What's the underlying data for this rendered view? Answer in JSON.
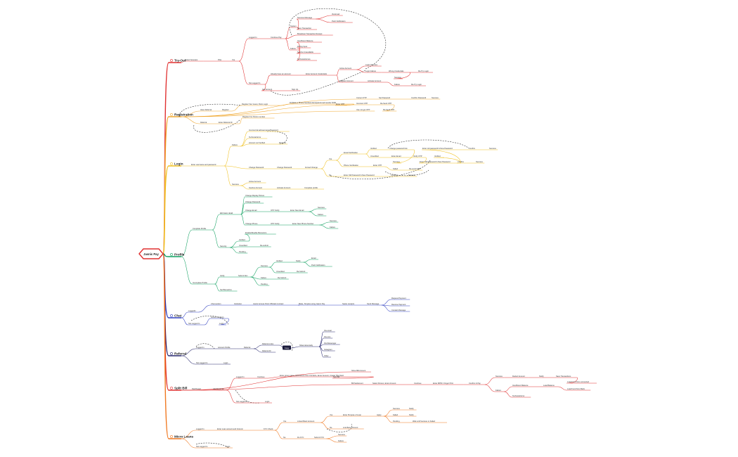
{
  "root": "Jasnic Pay",
  "branches": [
    {
      "name": "Try-Out",
      "color": "#e03030",
      "mid": 89,
      "nodes": [
        [
          "Select Scenario",
          263,
          87
        ],
        [
          "Pilot",
          310,
          87
        ],
        [
          "Yes",
          330,
          87
        ],
        [
          "Logged In",
          354,
          55
        ],
        [
          "Continue Pay",
          385,
          55
        ],
        [
          "System",
          413,
          39
        ],
        [
          "Success Message",
          423,
          27
        ],
        [
          "Via Email",
          472,
          22
        ],
        [
          "Push Notification",
          472,
          32
        ],
        [
          "Save Transaction",
          423,
          42
        ],
        [
          "Broadcast Transaction Receipt",
          423,
          50
        ],
        [
          "Failure",
          413,
          71
        ],
        [
          "Insufficient Balance",
          423,
          60
        ],
        [
          "Wrong Input",
          423,
          68
        ],
        [
          "Service Unavailable",
          423,
          76
        ],
        [
          "Technical Errors",
          423,
          86
        ],
        [
          "Not Logged In",
          354,
          120
        ],
        [
          "Already have an account",
          385,
          107
        ],
        [
          "Enter Account Credentials",
          435,
          107
        ],
        [
          "Active Account",
          483,
          99
        ],
        [
          "Login Success",
          520,
          94
        ],
        [
          "Login Failure",
          520,
          103
        ],
        [
          "Wrong Credentials",
          553,
          103
        ],
        [
          "Re-Try Login",
          595,
          103
        ],
        [
          "Register Account",
          483,
          117
        ],
        [
          "Activate Account",
          523,
          117
        ],
        [
          "Success",
          561,
          112
        ],
        [
          "Failure",
          561,
          122
        ],
        [
          "Re-Try Login",
          585,
          122
        ],
        [
          "Get Account",
          373,
          129
        ],
        [
          "Sign Up",
          415,
          129
        ]
      ]
    },
    {
      "name": "Registration",
      "color": "#f0a830",
      "mid": 166,
      "nodes": [
        [
          "Have Referral",
          285,
          158
        ],
        [
          "Register",
          316,
          158
        ],
        [
          "Register Via: Guest, Petro Login",
          344,
          150
        ],
        [
          "Fill Bulk or Phone Number(Jasnapais Email Gender DOB",
          412,
          148
        ],
        [
          "Enter OTP",
          478,
          150
        ],
        [
          "Correct OTP",
          507,
          141
        ],
        [
          "Set Password",
          539,
          141
        ],
        [
          "Confirm Password",
          585,
          141
        ],
        [
          "Success",
          614,
          141
        ],
        [
          "Incorrect OTP",
          507,
          149
        ],
        [
          "Re-Send OTP",
          541,
          149
        ],
        [
          "Use not get OTP",
          507,
          158
        ],
        [
          "Re-Send OTP",
          545,
          158
        ],
        [
          "Register For Petron number",
          345,
          168
        ],
        [
          "Referral",
          285,
          176
        ],
        [
          "Enter Referral ID",
          311,
          176
        ]
      ]
    },
    {
      "name": "Login",
      "color": "#f0c020",
      "mid": 236,
      "nodes": [
        [
          "Enter username and password",
          272,
          236
        ],
        [
          "Failure",
          330,
          208
        ],
        [
          "Incorrect Email/username/Password",
          354,
          187
        ],
        [
          "Technical Error",
          354,
          197
        ],
        [
          "Account not Verified",
          354,
          205
        ],
        [
          "Request",
          397,
          205
        ],
        [
          "Change Password",
          354,
          240
        ],
        [
          "Change Password",
          394,
          240
        ],
        [
          "Forced Change",
          434,
          240
        ],
        [
          "Yes",
          468,
          228
        ],
        [
          "Email Verification",
          489,
          219
        ],
        [
          "Verified",
          527,
          213
        ],
        [
          "Change password link",
          554,
          213
        ],
        [
          "Enter old password & New Password",
          601,
          213
        ],
        [
          "Confirm",
          667,
          213
        ],
        [
          "Success",
          696,
          213
        ],
        [
          "Unverified",
          527,
          224
        ],
        [
          "Enter Email",
          557,
          224
        ],
        [
          "Verify OTP",
          588,
          224
        ],
        [
          "Verified",
          618,
          224
        ],
        [
          "Phone Verification",
          489,
          237
        ],
        [
          "Success",
          559,
          232
        ],
        [
          "Enter Old Password & New Password",
          597,
          232
        ],
        [
          "Confirm",
          651,
          232
        ],
        [
          "Success",
          677,
          232
        ],
        [
          "Enter OTP",
          531,
          237
        ],
        [
          "Failed",
          559,
          242
        ],
        [
          "Re-send OTP",
          582,
          242
        ],
        [
          "No",
          468,
          251
        ],
        [
          "Enter Old Password & New Password",
          489,
          251
        ],
        [
          "Confirm",
          556,
          251
        ],
        [
          "Success",
          581,
          251
        ],
        [
          "Success",
          330,
          264
        ],
        [
          "Active Account",
          354,
          260
        ],
        [
          "Inactive Account",
          354,
          269
        ],
        [
          "Activate Account",
          394,
          269
        ],
        [
          "Complete profile",
          433,
          269
        ]
      ]
    },
    {
      "name": "Profile",
      "color": "#10a060",
      "mid": 365,
      "nodes": [
        [
          "Change Display Picture",
          349,
          280
        ],
        [
          "Change Password",
          349,
          289
        ],
        [
          "Edit basic detail",
          313,
          305
        ],
        [
          "Change Email",
          349,
          301
        ],
        [
          "OTP Verify",
          385,
          301
        ],
        [
          "Enter New Email",
          413,
          301
        ],
        [
          "Success",
          452,
          297
        ],
        [
          "Failure",
          452,
          307
        ],
        [
          "Change Phone",
          349,
          320
        ],
        [
          "OTP Verify",
          385,
          320
        ],
        [
          "Enter New Phone Number",
          416,
          320
        ],
        [
          "Success",
          469,
          316
        ],
        [
          "Failure",
          469,
          325
        ],
        [
          "Enable/Disable Biometrics",
          349,
          333
        ],
        [
          "Complete Profile",
          274,
          327
        ],
        [
          "Security",
          313,
          352
        ],
        [
          "Verified",
          340,
          343
        ],
        [
          "Unverified",
          340,
          351
        ],
        [
          "Re-submit",
          370,
          351
        ],
        [
          "Pending",
          340,
          360
        ],
        [
          "Incomplete Profile",
          274,
          404
        ],
        [
          "Verify",
          313,
          394
        ],
        [
          "Submit Doc",
          339,
          394
        ],
        [
          "Success",
          371,
          380
        ],
        [
          "Verified",
          393,
          373
        ],
        [
          "Notify",
          421,
          373
        ],
        [
          "Email",
          443,
          369
        ],
        [
          "Push Notification",
          443,
          379
        ],
        [
          "Unverified",
          393,
          388
        ],
        [
          "Re-Submit",
          422,
          388
        ],
        [
          "Failure",
          371,
          397
        ],
        [
          "Re-Submit",
          395,
          397
        ],
        [
          "Pending",
          371,
          406
        ],
        [
          "Set Biometrics",
          313,
          414
        ]
      ]
    },
    {
      "name": "Chat",
      "color": "#3040c0",
      "mid": 452,
      "nodes": [
        [
          "Loggedin",
          268,
          444
        ],
        [
          "Chat section",
          300,
          434
        ],
        [
          "Institution",
          333,
          434
        ],
        [
          "Jasnic Access Point Officials Contract",
          360,
          434
        ],
        [
          "Make, Simples using Jasnic Pay",
          425,
          434
        ],
        [
          "Seeks receipts",
          487,
          434
        ],
        [
          "Send Message",
          522,
          434
        ],
        [
          "Request Payment",
          557,
          426
        ],
        [
          "Receive Payment",
          557,
          435
        ],
        [
          "Contact Message",
          557,
          443
        ],
        [
          "Active members",
          300,
          453
        ],
        [
          "Not Logged In",
          268,
          462
        ],
        [
          "Login",
          312,
          462
        ]
      ]
    },
    {
      "name": "Referral",
      "color": "#2a2a70",
      "mid": 506,
      "nodes": [
        [
          "Logged In",
          279,
          496
        ],
        [
          "Account Profile",
          310,
          496
        ],
        [
          "Referral",
          347,
          496
        ],
        [
          "Referral Links",
          373,
          491
        ],
        [
          "Referral ID",
          373,
          501
        ],
        [
          "Copy",
          405,
          495
        ],
        [
          "Share Externally",
          426,
          493
        ],
        [
          "Via email",
          461,
          472
        ],
        [
          "Via sms",
          461,
          481
        ],
        [
          "Via Messenger",
          461,
          490
        ],
        [
          "Instagram",
          461,
          499
        ],
        [
          "Other",
          461,
          508
        ],
        [
          "Not Logged In",
          279,
          518
        ],
        [
          "Login",
          318,
          518
        ]
      ]
    },
    {
      "name": "Split Bill",
      "color": "#e03030",
      "mid": 555,
      "nodes": [
        [
          "Dashboard",
          273,
          555
        ],
        [
          "Add Expense",
          303,
          555
        ],
        [
          "Logged In",
          336,
          538
        ],
        [
          "Continue",
          366,
          538
        ],
        [
          "Enter group name, Add Person from Contacts, Enter Amount, Create Title Field",
          398,
          536
        ],
        [
          "Split Bill",
          474,
          538
        ],
        [
          "Show Bill Amount",
          500,
          529
        ],
        [
          "Bill Settlement",
          500,
          547
        ],
        [
          "Select Person, Enter Amount",
          530,
          547
        ],
        [
          "Continue",
          589,
          547
        ],
        [
          "Enter MPIN / Finger Print",
          616,
          547
        ],
        [
          "Confirm & Pay",
          667,
          547
        ],
        [
          "Success",
          705,
          537
        ],
        [
          "Deduct Amount",
          729,
          537
        ],
        [
          "Notify",
          767,
          537
        ],
        [
          "Save Transactions",
          791,
          537
        ],
        [
          "Failure",
          705,
          557
        ],
        [
          "Insufficient Balance",
          729,
          550
        ],
        [
          "Load Balance",
          773,
          550
        ],
        [
          "Load Fund from connected",
          807,
          545
        ],
        [
          "Load Fund from Bank",
          807,
          555
        ],
        [
          "Technical Error",
          729,
          565
        ],
        [
          "Not Logged In",
          336,
          573
        ],
        [
          "Login",
          377,
          573
        ]
      ]
    },
    {
      "name": "Micro Loans",
      "color": "#f07820",
      "mid": 624,
      "nodes": [
        [
          "Logged In",
          279,
          612
        ],
        [
          "Enter Loan amount and Interval",
          309,
          612
        ],
        [
          "KYC Check",
          375,
          612
        ],
        [
          "Yes",
          403,
          601
        ],
        [
          "Linked Bank Account",
          423,
          601
        ],
        [
          "Yes",
          469,
          592
        ],
        [
          "Enter Purpose of Loan",
          488,
          592
        ],
        [
          "Apply",
          536,
          592
        ],
        [
          "Success",
          559,
          583
        ],
        [
          "Notify",
          582,
          583
        ],
        [
          "Failed",
          559,
          592
        ],
        [
          "Notify",
          582,
          592
        ],
        [
          "Pending",
          559,
          601
        ],
        [
          "Wait until Success or Failed",
          587,
          601
        ],
        [
          "No",
          469,
          610
        ],
        [
          "Link Bank Account",
          488,
          610
        ],
        [
          "No",
          403,
          624
        ],
        [
          "Do KYC",
          423,
          624
        ],
        [
          "Submit KYC",
          447,
          624
        ],
        [
          "Success",
          481,
          620
        ],
        [
          "Failure",
          481,
          629
        ],
        [
          "Not Logged In",
          279,
          637
        ],
        [
          "Login",
          321,
          637
        ]
      ]
    }
  ]
}
